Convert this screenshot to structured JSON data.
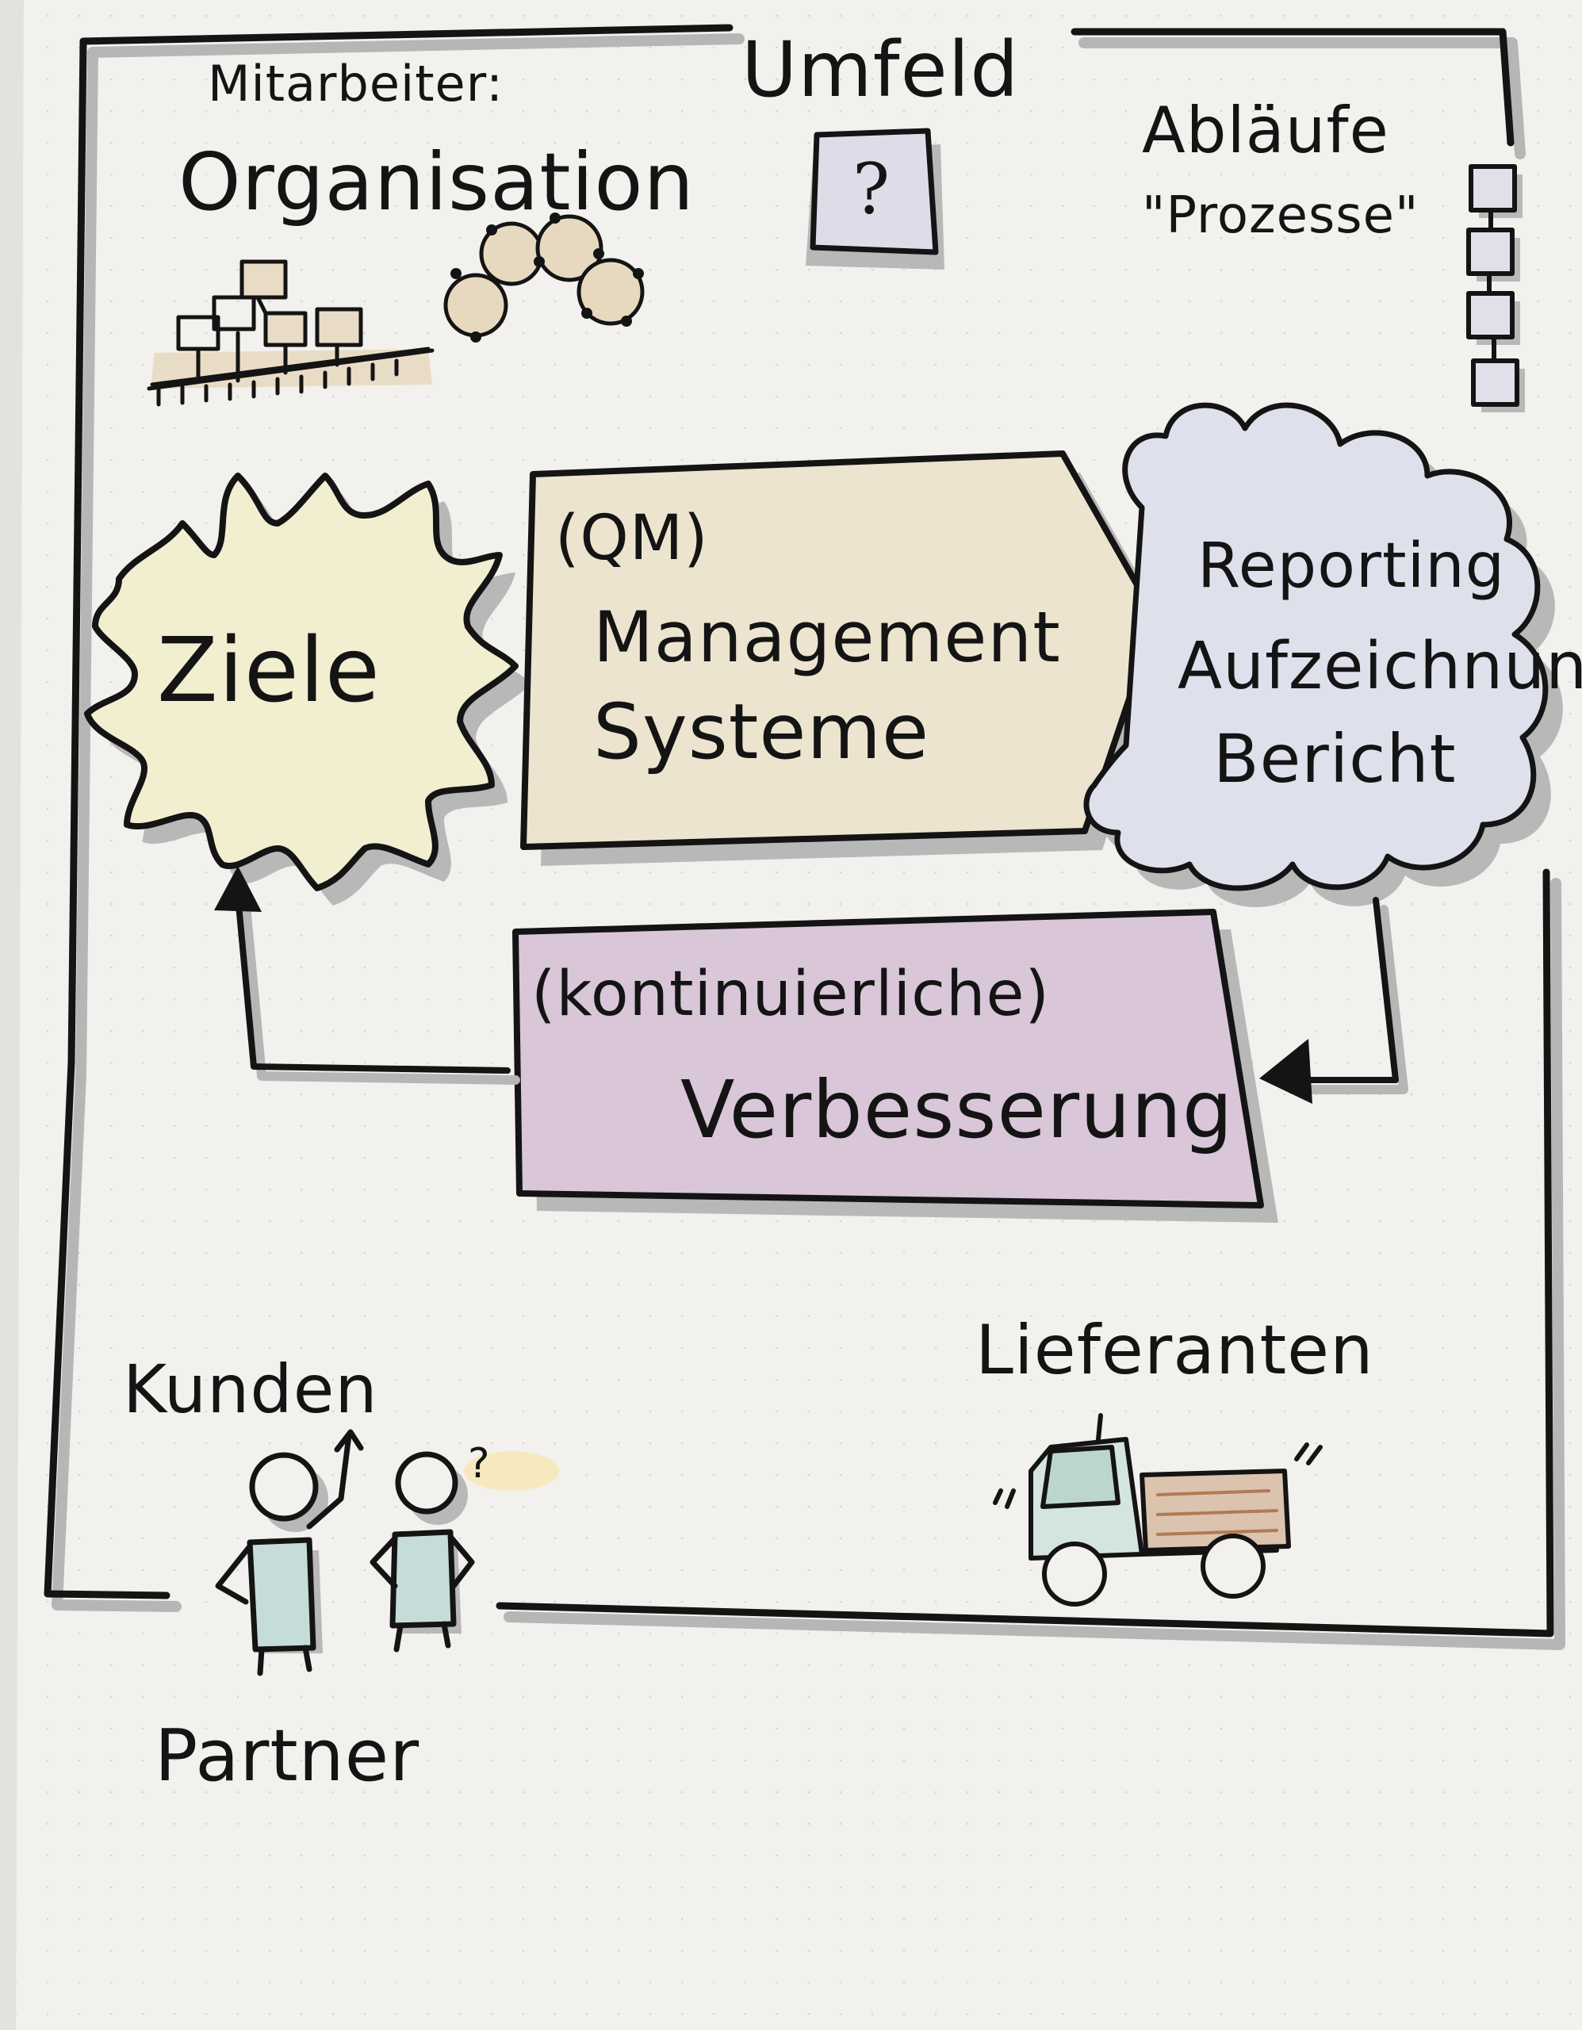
{
  "umfeld": {
    "title": "Umfeld",
    "question_mark": "?"
  },
  "mitarbeiter": {
    "label": "Mitarbeiter:",
    "subtitle": "Organisation"
  },
  "ablaeufe": {
    "label": "Abläufe",
    "subtitle": "\"Prozesse\""
  },
  "ziele": {
    "label": "Ziele"
  },
  "management": {
    "line1": "(QM)",
    "line2": "Management",
    "line3": "Systeme"
  },
  "reporting": {
    "line1": "Reporting",
    "line2": "Aufzeichnung",
    "line3": "Bericht"
  },
  "verbesserung": {
    "line1": "(kontinuierliche)",
    "line2": "Verbesserung"
  },
  "kunden": {
    "label": "Kunden",
    "sub": "Partner",
    "question_mark": "?"
  },
  "lieferanten": {
    "label": "Lieferanten"
  },
  "colors": {
    "paper": "#f2f1ee",
    "ink": "#141414",
    "shadow": "#b9b9b9",
    "ziele_fill": "#f2eed0",
    "management_fill": "#ece4cf",
    "reporting_fill": "#dee0ec",
    "verbesserung_fill": "#d9c6d8",
    "people_fill": "#c6dcd8",
    "truck_cargo": "#dcc3ae"
  }
}
